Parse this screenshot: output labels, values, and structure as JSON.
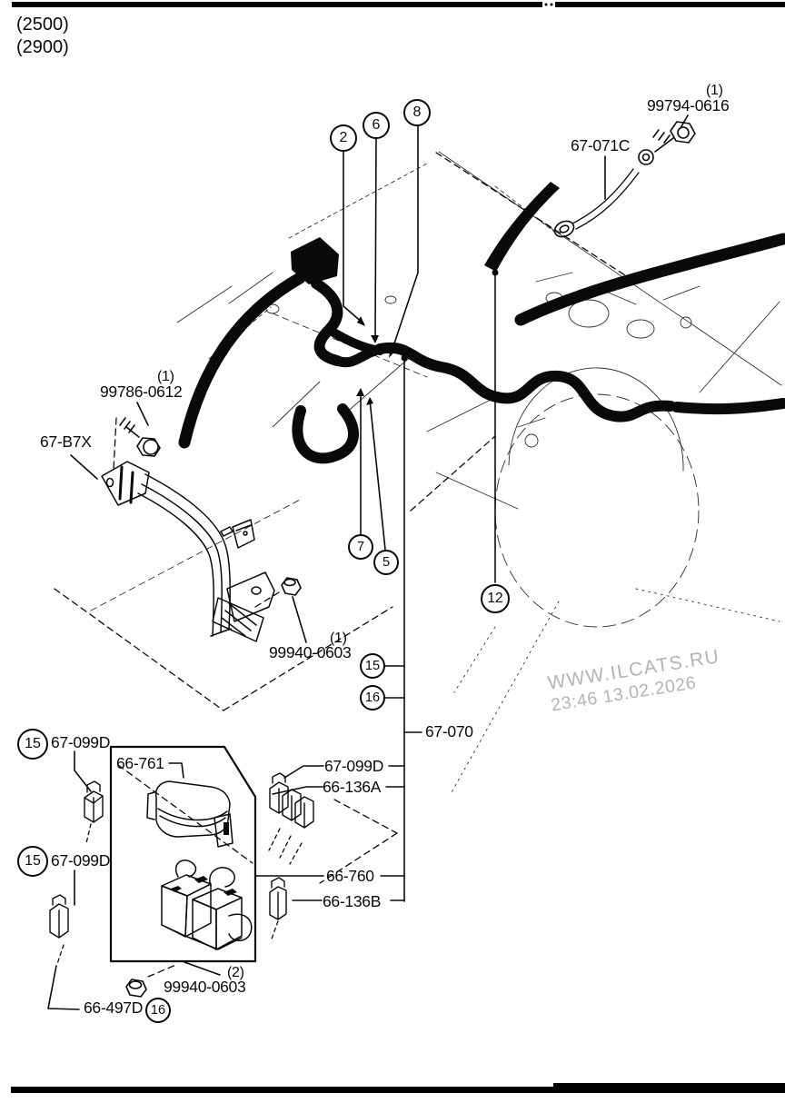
{
  "page": {
    "bg": "#ffffff",
    "ink": "#0a0a0a",
    "watermark_color": "#b4b4b4"
  },
  "engine_variants": {
    "v1": "(2500)",
    "v2": "(2900)"
  },
  "callouts": {
    "c2": "2",
    "c6": "6",
    "c8": "8",
    "c7": "7",
    "c5": "5",
    "c12": "12",
    "c15_right": "15",
    "c16_right": "16",
    "c15_top": "15",
    "c15_mid": "15",
    "c16_bottom": "16"
  },
  "labels": {
    "bolt_upper_right": {
      "qty": "(1)",
      "number": "99794-0616"
    },
    "ground_wire": {
      "number": "67-071C"
    },
    "bolt_left": {
      "qty": "(1)",
      "number": "99786-0612"
    },
    "bracket": {
      "number": "67-B7X"
    },
    "nut_upper": {
      "qty": "(1)",
      "number": "99940-0603"
    },
    "main_harness": {
      "number": "67-070"
    },
    "fuse_top_left": {
      "number": "67-099D"
    },
    "fusebox_cover": {
      "number": "66-761"
    },
    "fuse_right_upper": {
      "number": "67-099D"
    },
    "fuse_block_a": {
      "number": "66-136A"
    },
    "fuse_mid_left": {
      "number": "67-099D"
    },
    "relay_block": {
      "number": "66-760"
    },
    "fuse_block_b": {
      "number": "66-136B"
    },
    "nut_lower": {
      "qty": "(2)",
      "number": "99940-0603"
    },
    "wire_lower_left": {
      "number": "66-497D"
    }
  },
  "watermark": {
    "line1": "WWW.ILCATS.RU",
    "line2": "23:46 13.02.2026"
  }
}
